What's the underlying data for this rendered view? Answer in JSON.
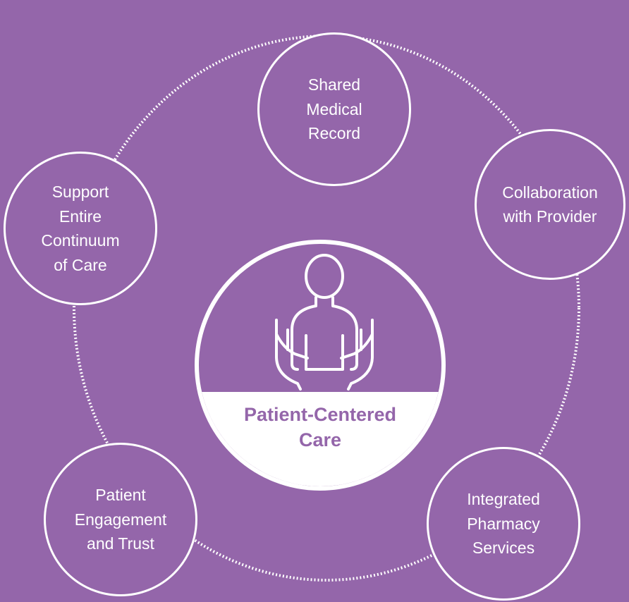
{
  "colors": {
    "background": "#9466AA",
    "foreground": "#FFFFFF",
    "center_text": "#9466AA"
  },
  "center": {
    "icon": "person-held-by-hands-icon",
    "title": "Patient-Centered\nCare"
  },
  "nodes": [
    {
      "id": "shared-medical-record",
      "label": "Shared\nMedical\nRecord"
    },
    {
      "id": "collaboration-with-provider",
      "label": "Collaboration\nwith Provider"
    },
    {
      "id": "integrated-pharmacy-services",
      "label": "Integrated\nPharmacy\nServices"
    },
    {
      "id": "patient-engagement-and-trust",
      "label": "Patient\nEngagement\nand Trust"
    },
    {
      "id": "support-entire-continuum-of-care",
      "label": "Support\nEntire\nContinuum\nof Care"
    }
  ]
}
